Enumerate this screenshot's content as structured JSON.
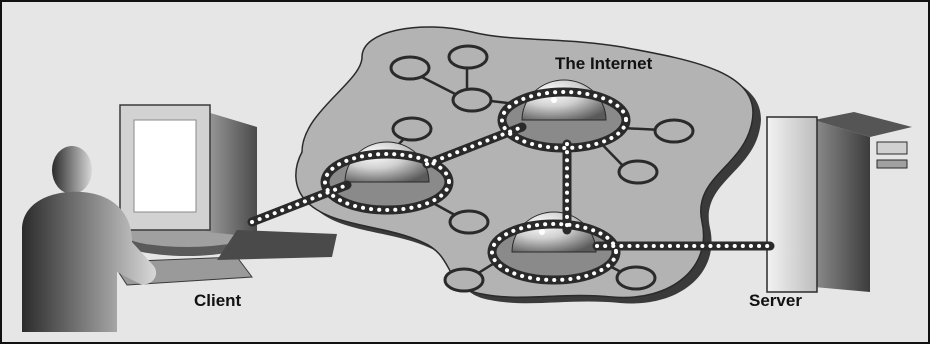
{
  "labels": {
    "internet": "The Internet",
    "client": "Client",
    "server": "Server"
  },
  "colors": {
    "background": "#e6e6e6",
    "cloud": "#b3b3b3",
    "cloud_shadow": "#3a3a3a",
    "node_outline": "#2a2a2a",
    "link_dots": "#ffffff"
  },
  "icons": [
    "client-computer-icon",
    "user-figure-icon",
    "server-tower-icon",
    "router-dome-icon"
  ]
}
